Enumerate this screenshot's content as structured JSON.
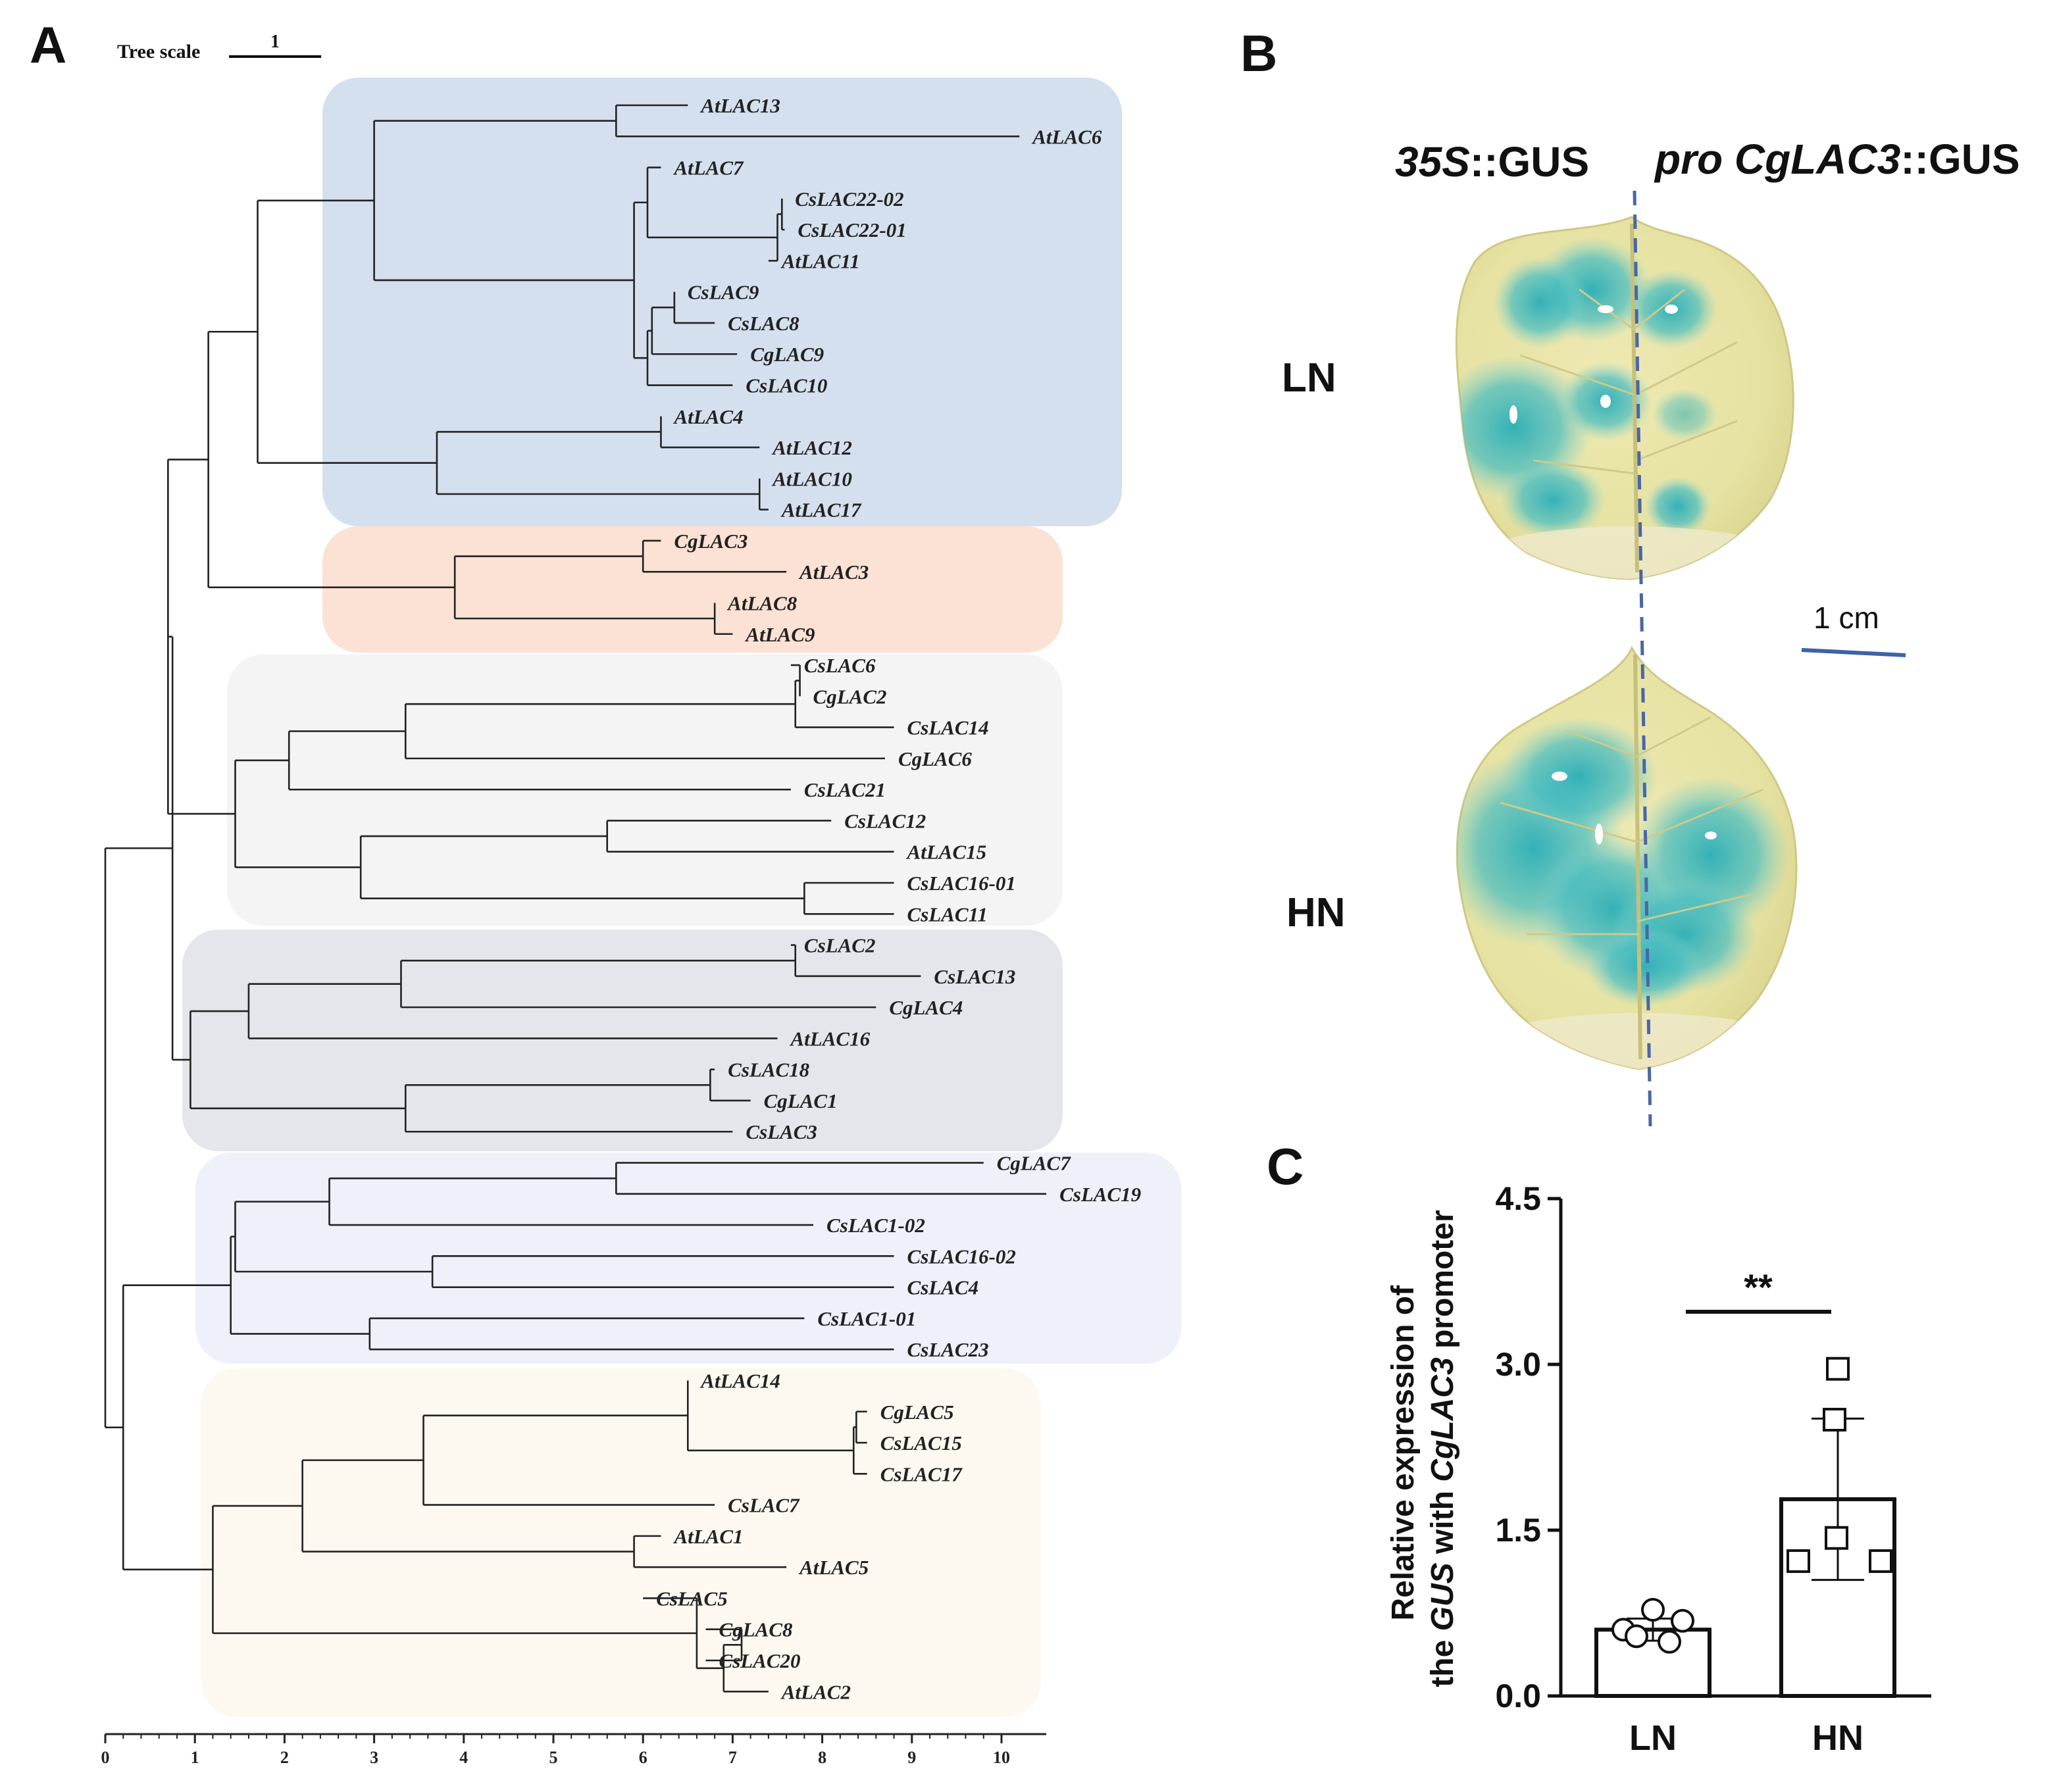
{
  "panels": {
    "a": "A",
    "b": "B",
    "c": "C"
  },
  "tree": {
    "scale_label": "Tree scale",
    "scale_value": "1",
    "axis_ticks": [
      "0",
      "1",
      "2",
      "3",
      "4",
      "5",
      "6",
      "7",
      "8",
      "9",
      "10"
    ],
    "clades": [
      {
        "color": "#d4e0ee"
      },
      {
        "color": "#fbe2d4"
      },
      {
        "color": "#f4f4f4"
      },
      {
        "color": "#e4e6eb"
      },
      {
        "color": "#eef0fa"
      },
      {
        "color": "#fdf9f0"
      }
    ],
    "leaves": [
      "AtLAC13",
      "AtLAC6",
      "AtLAC7",
      "CsLAC22-02",
      "CsLAC22-01",
      "AtLAC11",
      "CsLAC9",
      "CsLAC8",
      "CgLAC9",
      "CsLAC10",
      "AtLAC4",
      "AtLAC12",
      "AtLAC10",
      "AtLAC17",
      "CgLAC3",
      "AtLAC3",
      "AtLAC8",
      "AtLAC9",
      "CsLAC6",
      "CgLAC2",
      "CsLAC14",
      "CgLAC6",
      "CsLAC21",
      "CsLAC12",
      "AtLAC15",
      "CsLAC16-01",
      "CsLAC11",
      "CsLAC2",
      "CsLAC13",
      "CgLAC4",
      "AtLAC16",
      "CsLAC18",
      "CgLAC1",
      "CsLAC3",
      "CgLAC7",
      "CsLAC19",
      "CsLAC1-02",
      "CsLAC16-02",
      "CsLAC4",
      "CsLAC1-01",
      "CsLAC23",
      "AtLAC14",
      "CgLAC5",
      "CsLAC15",
      "CsLAC17",
      "CsLAC7",
      "AtLAC1",
      "AtLAC5",
      "CsLAC5",
      "CgLAC8",
      "CsLAC20",
      "AtLAC2"
    ]
  },
  "photo": {
    "left_label_italic": "35S",
    "left_label_rest": "::GUS",
    "right_label_italic": "pro CgLAC3",
    "right_label_rest": "::GUS",
    "row_labels": [
      "LN",
      "HN"
    ],
    "scale_bar": "1 cm"
  },
  "chart_data": {
    "type": "bar",
    "categories": [
      "LN",
      "HN"
    ],
    "values": [
      0.6,
      1.78
    ],
    "error_sd": [
      0.1,
      0.73
    ],
    "points": [
      [
        0.6,
        0.78,
        0.68,
        0.54,
        0.49
      ],
      [
        2.96,
        2.5,
        1.43,
        1.22,
        1.22
      ]
    ],
    "point_markers": [
      "circle",
      "square"
    ],
    "ylabel_parts": [
      "Relative expression of",
      "the ",
      "GUS",
      " with ",
      "CgLAC3",
      " promoter"
    ],
    "yticks": [
      "0.0",
      "1.5",
      "3.0",
      "4.5"
    ],
    "ylim": [
      0,
      4.5
    ],
    "significance": "**"
  }
}
